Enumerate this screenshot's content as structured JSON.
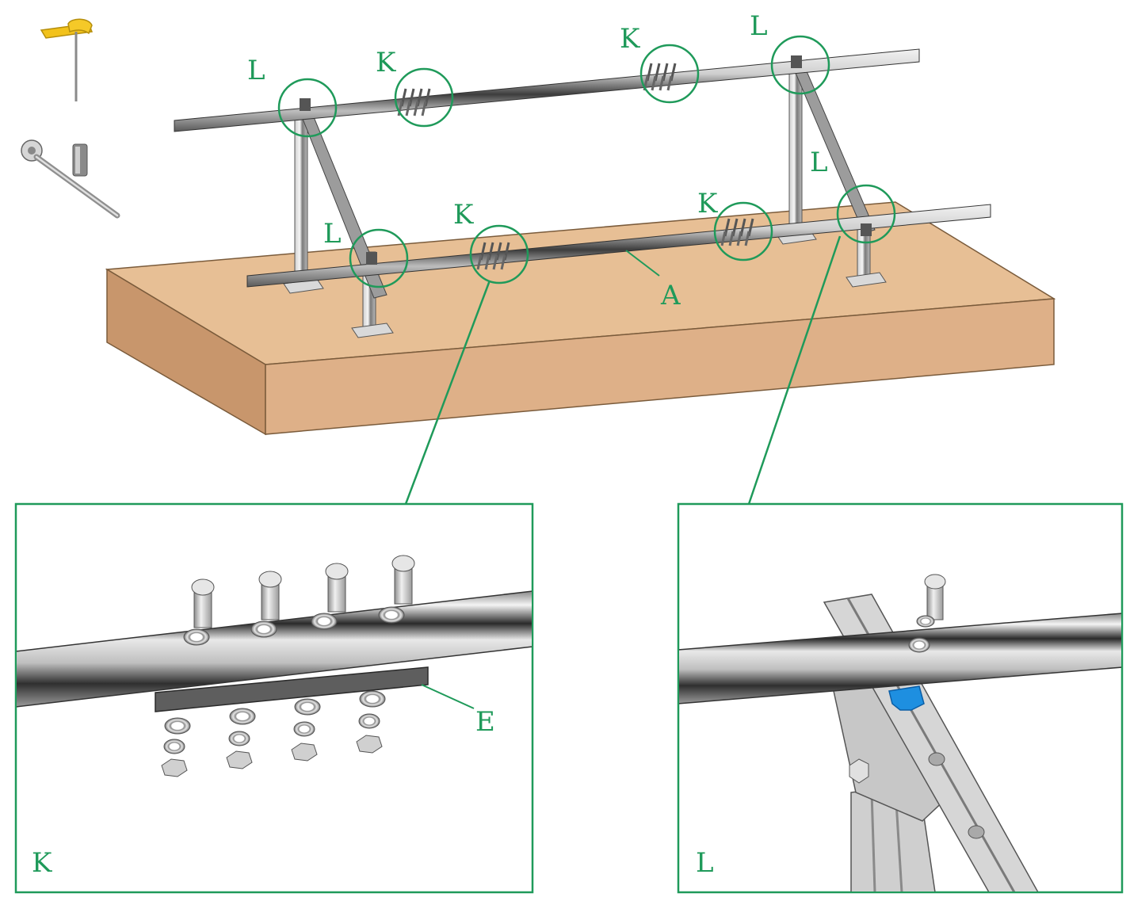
{
  "colors": {
    "callout": "#1f9a5a",
    "base_top": "#e7bf95",
    "base_front": "#deb088",
    "base_side": "#c8966c",
    "rail": "#4a4a4a",
    "metal_light": "#d9d9d9",
    "metal_mid": "#a9a9a9",
    "metal_dark": "#6f6f6f",
    "clamp_blue": "#1e8fe0",
    "tool_yellow": "#f2c21b"
  },
  "tools": [
    {
      "name": "t-handle-hex-key-icon"
    },
    {
      "name": "socket-wrench-icon"
    },
    {
      "name": "socket-icon"
    }
  ],
  "overview": {
    "label_A": "A",
    "L_labels": [
      "L",
      "L",
      "L",
      "L"
    ],
    "K_labels": [
      "K",
      "K",
      "K",
      "K"
    ]
  },
  "detail_K": {
    "title": "K",
    "part_E": "E",
    "bolt_count": 4,
    "lower_bolt_count": 4
  },
  "detail_L": {
    "title": "L"
  }
}
